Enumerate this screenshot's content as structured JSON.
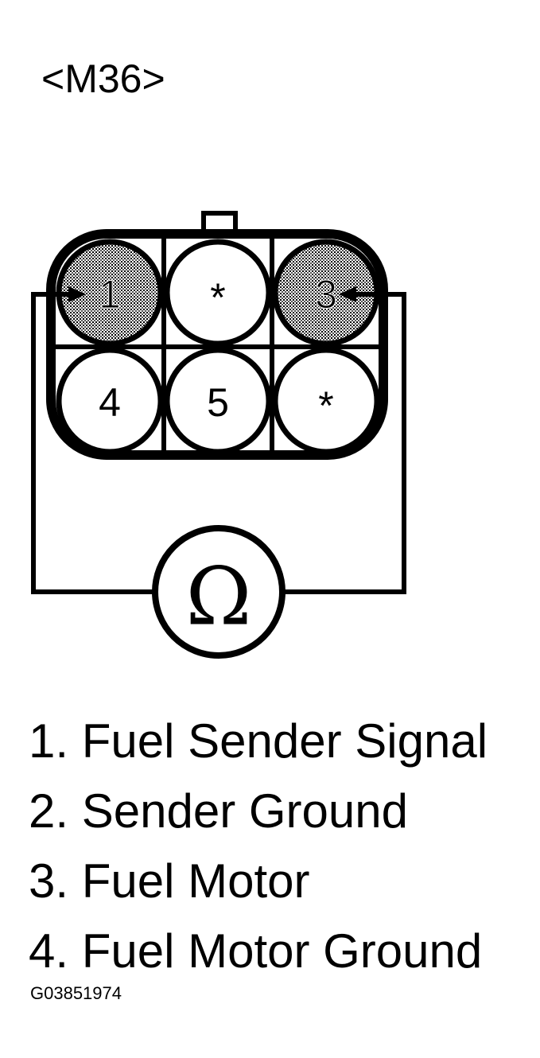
{
  "connector": {
    "title": "<M36>",
    "pins": [
      {
        "label": "1",
        "shaded": true
      },
      {
        "label": "*",
        "shaded": false
      },
      {
        "label": "3",
        "shaded": true
      },
      {
        "label": "4",
        "shaded": false
      },
      {
        "label": "5",
        "shaded": false
      },
      {
        "label": "*",
        "shaded": false
      }
    ]
  },
  "meter": {
    "symbol": "Ω",
    "icon": "ohmmeter-icon"
  },
  "legend": [
    "1. Fuel Sender Signal",
    "2. Sender Ground",
    "3. Fuel Motor",
    "4. Fuel Motor Ground"
  ],
  "figure_id": "G03851974",
  "colors": {
    "ink": "#000000",
    "paper": "#ffffff",
    "shade": "#8c8c8c"
  }
}
